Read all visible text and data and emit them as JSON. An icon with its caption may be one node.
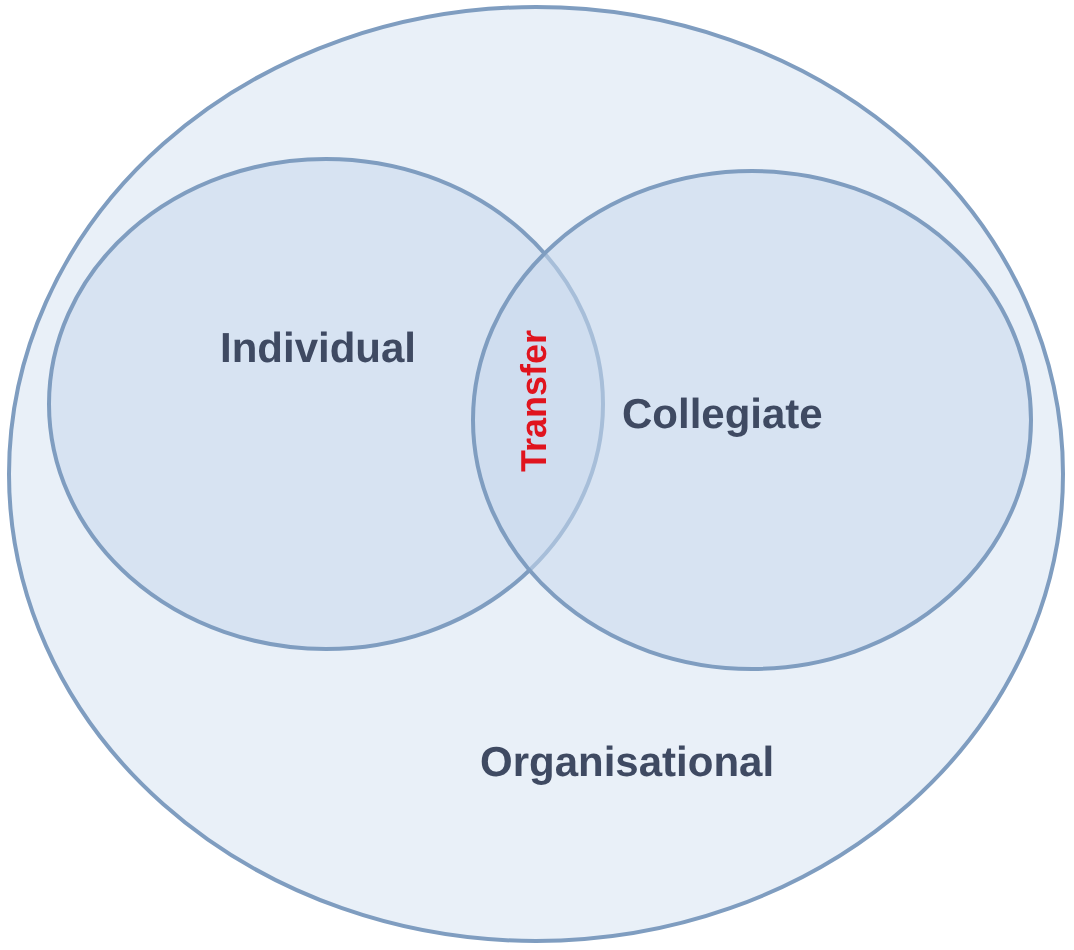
{
  "diagram": {
    "nodes": [
      {
        "text": [
          "Organisational"
        ]
      },
      {
        "text": [
          "Individual"
        ],
        "in": 0
      },
      {
        "text": [
          "Collegiate"
        ],
        "in": 0
      }
    ],
    "labels": [
      "Transfer"
    ]
  }
}
